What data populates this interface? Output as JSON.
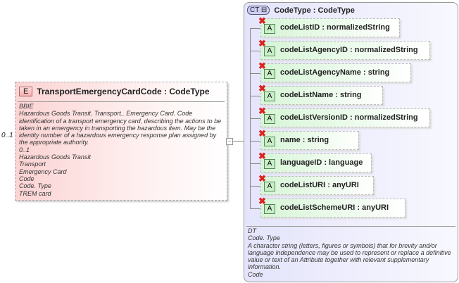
{
  "element": {
    "occurrence": "0..1",
    "badge": "E",
    "title": "TransportEmergencyCardCode : CodeType",
    "doc": [
      "BBIE",
      "Hazardous Goods Transit. Transport_ Emergency Card. Code identification of a transport emergency card, describing the actions to be taken in an emergency in transporting the hazardous item. May be the identity number of a hazardous emergency response plan assigned by the appropriate authority.",
      "0..1",
      "Hazardous Goods Transit",
      "Transport",
      "Emergency Card",
      "Code",
      "Code. Type",
      "TREM card"
    ]
  },
  "complex_type": {
    "badge": "CT",
    "title": "CodeType : CodeType",
    "attributes": [
      "codeListID : normalizedString",
      "codeListAgencyID : normalizedString",
      "codeListAgencyName : string",
      "codeListName : string",
      "codeListVersionID : normalizedString",
      "name      : string",
      "languageID : language",
      "codeListURI : anyURI",
      "codeListSchemeURI : anyURI"
    ],
    "attribute_badge": "A",
    "doc": [
      "DT",
      "Code. Type",
      "A character string (letters, figures or symbols) that for brevity and/or language independence may be used to represent or replace a definitive value or text of an Attribute together with relevant supplementary information.",
      "Code"
    ]
  }
}
